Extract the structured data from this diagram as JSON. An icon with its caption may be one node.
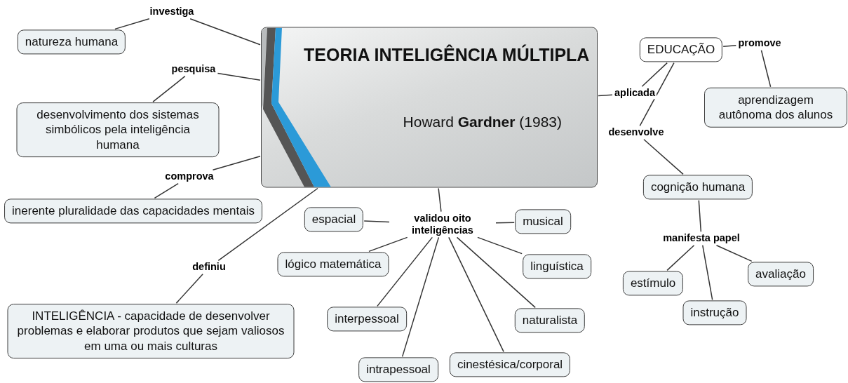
{
  "diagram": {
    "nodes": [
      {
        "text": [
          "natureza humana"
        ]
      },
      {
        "text": [
          "investiga"
        ]
      },
      {
        "text": [
          "TEORIA INTELIGÊNCIA MÚLTIPLA",
          "Howard **Gardner** (1983)"
        ]
      },
      {
        "text": [
          "pesquisa"
        ]
      },
      {
        "text": [
          "desenvolvimento dos sistemas simbólicos pela inteligência humana"
        ]
      },
      {
        "text": [
          "comprova"
        ]
      },
      {
        "text": [
          "inerente pluralidade das capacidades mentais"
        ]
      },
      {
        "text": [
          "EDUCAÇÃO"
        ]
      },
      {
        "text": [
          "promove"
        ]
      },
      {
        "text": [
          "aplicada"
        ]
      },
      {
        "text": [
          "aprendizagem autônoma dos alunos"
        ]
      },
      {
        "text": [
          "desenvolve"
        ]
      },
      {
        "text": [
          "cognição humana"
        ]
      },
      {
        "text": [
          "espacial"
        ]
      },
      {
        "text": [
          "validou oito inteligências"
        ]
      },
      {
        "text": [
          "musical"
        ]
      },
      {
        "text": [
          "lógico matemática"
        ]
      },
      {
        "text": [
          "linguística"
        ]
      },
      {
        "text": [
          "definiu"
        ]
      },
      {
        "text": [
          "manifesta papel"
        ]
      },
      {
        "text": [
          "estímulo"
        ]
      },
      {
        "text": [
          "avaliação"
        ]
      },
      {
        "text": [
          "INTELIGÊNCIA - capacidade de desenvolver problemas e elaborar produtos que sejam valiosos em uma ou mais culturas"
        ]
      },
      {
        "text": [
          "interpessoal"
        ]
      },
      {
        "text": [
          "naturalista"
        ]
      },
      {
        "text": [
          "instrução"
        ]
      },
      {
        "text": [
          "intrapessoal"
        ]
      },
      {
        "text": [
          "cinestésica/corporal"
        ]
      }
    ],
    "edges": [
      {
        "from": 2,
        "to": 1,
        "arrow": "none"
      },
      {
        "from": 1,
        "to": 0,
        "arrow": "none"
      },
      {
        "from": 2,
        "to": 3,
        "arrow": "none"
      },
      {
        "from": 3,
        "to": 4,
        "arrow": "none"
      },
      {
        "from": 2,
        "to": 5,
        "arrow": "none"
      },
      {
        "from": 5,
        "to": 6,
        "arrow": "none"
      },
      {
        "from": 2,
        "to": 9,
        "arrow": "none"
      },
      {
        "from": 9,
        "to": 7,
        "arrow": "none"
      },
      {
        "from": 7,
        "to": 8,
        "arrow": "none"
      },
      {
        "from": 8,
        "to": 10,
        "arrow": "none"
      },
      {
        "from": 7,
        "to": 11,
        "arrow": "none"
      },
      {
        "from": 11,
        "to": 12,
        "arrow": "none"
      },
      {
        "from": 12,
        "to": 19,
        "arrow": "none"
      },
      {
        "from": 19,
        "to": 20,
        "arrow": "none"
      },
      {
        "from": 19,
        "to": 25,
        "arrow": "none"
      },
      {
        "from": 19,
        "to": 21,
        "arrow": "none"
      },
      {
        "from": 2,
        "to": 14,
        "arrow": "none"
      },
      {
        "from": 14,
        "to": 13,
        "arrow": "none"
      },
      {
        "from": 14,
        "to": 15,
        "arrow": "none"
      },
      {
        "from": 14,
        "to": 16,
        "arrow": "none"
      },
      {
        "from": 14,
        "to": 17,
        "arrow": "none"
      },
      {
        "from": 14,
        "to": 23,
        "arrow": "none"
      },
      {
        "from": 14,
        "to": 26,
        "arrow": "none"
      },
      {
        "from": 14,
        "to": 27,
        "arrow": "none"
      },
      {
        "from": 14,
        "to": 24,
        "arrow": "none"
      },
      {
        "from": 2,
        "to": 18,
        "arrow": "none"
      },
      {
        "from": 18,
        "to": 22,
        "arrow": "none"
      }
    ]
  }
}
